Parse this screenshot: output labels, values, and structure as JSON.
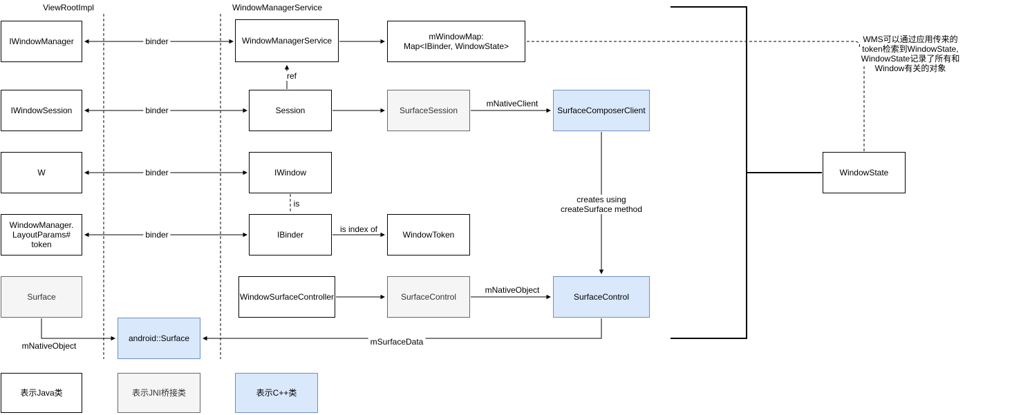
{
  "headers": {
    "view_root_impl": "ViewRootImpl",
    "window_manager_service": "WindowManagerService"
  },
  "boxes": {
    "iwindow_manager": "IWindowManager",
    "window_manager_service": "WindowManagerService",
    "m_window_map": "mWindowMap:\nMap<IBinder, WindowState>",
    "iwindow_session": "IWindowSession",
    "session": "Session",
    "surface_session": "SurfaceSession",
    "surface_composer_client": "SurfaceComposerClient",
    "w": "W",
    "iwindow": "IWindow",
    "window_state": "WindowState",
    "layout_params_token": "WindowManager.\nLayoutParams#\ntoken",
    "ibinder": "IBinder",
    "window_token": "WindowToken",
    "surface": "Surface",
    "window_surface_controller": "WindowSurfaceController",
    "surface_control_jni": "SurfaceControl",
    "surface_control_cpp": "SurfaceControl",
    "android_surface": "android::Surface"
  },
  "edge_labels": {
    "binder": "binder",
    "ref": "ref",
    "is": "is",
    "is_index_of": "is index of",
    "m_native_client": "mNativeClient",
    "m_native_object": "mNativeObject",
    "m_surface_data": "mSurfaceData",
    "creates_using": "creates using\ncreateSurface method"
  },
  "annotation": "WMS可以通过应用传来的token检索到WindowState,\nWindowState记录了所有和Window有关的对象",
  "legend": {
    "java": "表示Java类",
    "jni": "表示JNI桥接类",
    "cpp": "表示C++类"
  },
  "colors": {
    "java_fill": "#ffffff",
    "java_border": "#000000",
    "jni_fill": "#f5f5f5",
    "jni_border": "#666666",
    "jni_text": "#333333",
    "cpp_fill": "#dae8fc",
    "cpp_border": "#6c8ebf",
    "line": "#000000"
  }
}
